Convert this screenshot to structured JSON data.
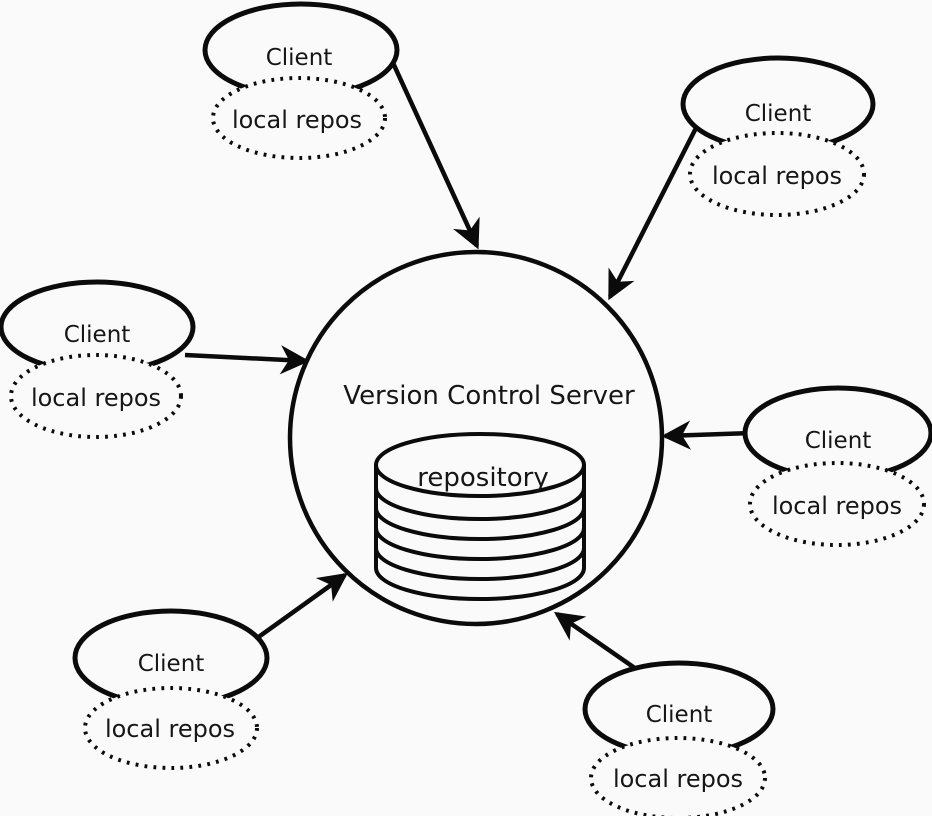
{
  "colors": {
    "background": "#fafafa",
    "stroke": "#0b0b0b",
    "text": "#161616"
  },
  "server": {
    "label": "Version Control Server",
    "repository_label": "repository"
  },
  "clients": [
    {
      "position": "top-left",
      "label": "Client",
      "sublabel": "local repos"
    },
    {
      "position": "top-right",
      "label": "Client",
      "sublabel": "local repos"
    },
    {
      "position": "left",
      "label": "Client",
      "sublabel": "local repos"
    },
    {
      "position": "right",
      "label": "Client",
      "sublabel": "local repos"
    },
    {
      "position": "bottom-left",
      "label": "Client",
      "sublabel": "local repos"
    },
    {
      "position": "bottom-right",
      "label": "Client",
      "sublabel": "local repos"
    }
  ]
}
